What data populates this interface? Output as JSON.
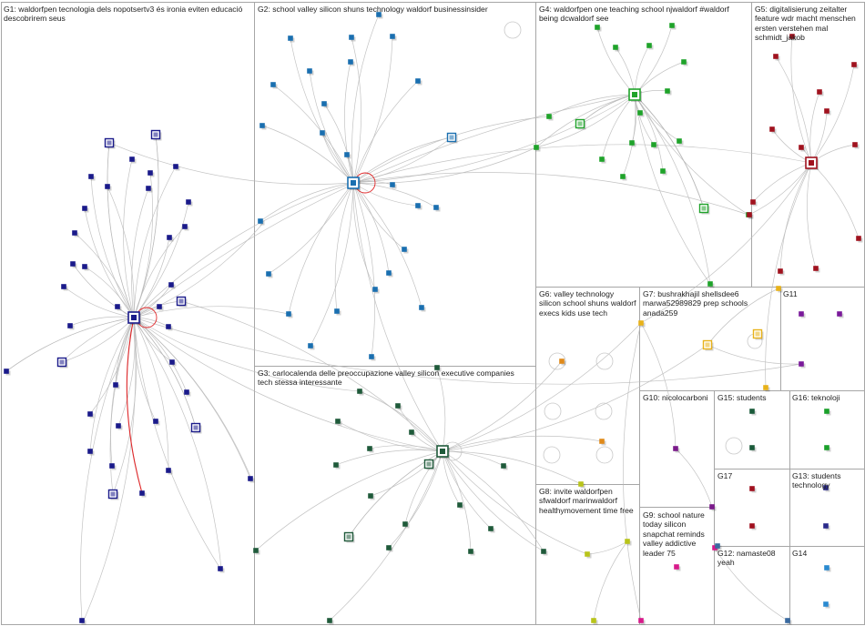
{
  "colors": {
    "edge": "#b8b8b8",
    "self_loop": "#c8c8c8",
    "highlight_edge": "#e0282a",
    "box_border": "#a6a6a6",
    "background": "#ffffff",
    "groups": {
      "G1": "#1a1a8a",
      "G2": "#1a6fb0",
      "G3": "#1f5a3a",
      "G4": "#1fa32a",
      "G5": "#a0121e",
      "G6": "#e08a1a",
      "G7": "#e8b21a",
      "G8": "#b8c41a",
      "G9": "#d81a8a",
      "G10": "#7a1a8a",
      "G11": "#7a1a9a",
      "G12": "#3a6aa0",
      "G13": "#2a2a8a",
      "G14": "#2a8ad0",
      "G15": "#1a5a3a",
      "G16": "#1aa02a",
      "G17": "#a0101e"
    }
  },
  "groups": [
    {
      "id": "G1",
      "label": "G1: waldorfpen tecnologia dels nopotsertv3 és ironia eviten educació descobrirem seus"
    },
    {
      "id": "G2",
      "label": "G2: school valley silicon shuns technology waldorf businessinsider"
    },
    {
      "id": "G3",
      "label": "G3: carlocalenda delle preoccupazione valley silicon executive companies tech stessa interessante"
    },
    {
      "id": "G4",
      "label": "G4: waldorfpen one teaching school njwaldorf #waldorf being dcwaldorf see"
    },
    {
      "id": "G5",
      "label": "G5: digitalisierung zeitalter feature wdr macht menschen ersten verstehen mal schmidt_jakob"
    },
    {
      "id": "G6",
      "label": "G6: valley technology silicon school shuns waldorf execs kids use tech"
    },
    {
      "id": "G7",
      "label": "G7: bushrakhajil shellsdee6 marwa52989829 prep schools anada259"
    },
    {
      "id": "G8",
      "label": "G8: invite waldorfpen sfwaldorf marinwaldorf healthymovement time free"
    },
    {
      "id": "G9",
      "label": "G9: school nature today silicon snapchat reminds valley addictive leader 75"
    },
    {
      "id": "G10",
      "label": "G10: nicolocarboni"
    },
    {
      "id": "G11",
      "label": "G11"
    },
    {
      "id": "G12",
      "label": "G12: namaste08 yeah"
    },
    {
      "id": "G13",
      "label": "G13: students technology"
    },
    {
      "id": "G14",
      "label": "G14"
    },
    {
      "id": "G15",
      "label": "G15: students"
    },
    {
      "id": "G16",
      "label": "G16: teknoloji"
    },
    {
      "id": "G17",
      "label": "G17"
    }
  ]
}
